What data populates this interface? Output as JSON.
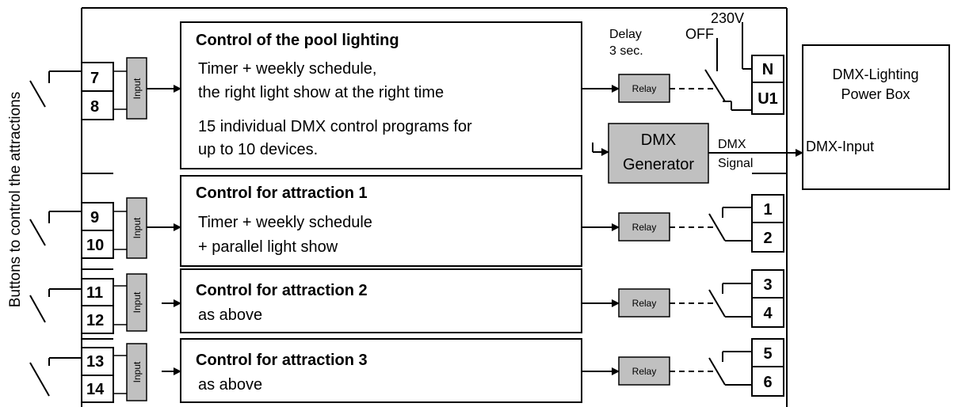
{
  "side_label": "Buttons to control the attractions",
  "input_label": "Input",
  "relay_label": "Relay",
  "delay": {
    "line1": "Delay",
    "line2": "3 sec."
  },
  "power": {
    "off": "OFF",
    "voltage": "230V"
  },
  "dmx_generator": {
    "line1": "DMX",
    "line2": "Generator"
  },
  "dmx_signal": {
    "line1": "DMX",
    "line2": "Signal"
  },
  "power_box": {
    "line1": "DMX-Lighting",
    "line2": "Power Box",
    "input": "DMX-Input"
  },
  "pool": {
    "title": "Control of the pool lighting",
    "line1": "Timer + weekly schedule,",
    "line2": "the right light show at the right time",
    "line3": "15 individual DMX control programs for",
    "line4": "up to 10 devices.",
    "terminals_in": [
      "7",
      "8"
    ],
    "terminals_out": [
      "N",
      "U1"
    ]
  },
  "attraction1": {
    "title": "Control for attraction 1",
    "line1": "Timer + weekly schedule",
    "line2": "+ parallel light show",
    "terminals_in": [
      "9",
      "10"
    ],
    "terminals_out": [
      "1",
      "2"
    ]
  },
  "attraction2": {
    "title": "Control for attraction 2",
    "line1": "as above",
    "terminals_in": [
      "11",
      "12"
    ],
    "terminals_out": [
      "3",
      "4"
    ]
  },
  "attraction3": {
    "title": "Control for attraction 3",
    "line1": "as above",
    "terminals_in": [
      "13",
      "14"
    ],
    "terminals_out": [
      "5",
      "6"
    ]
  }
}
